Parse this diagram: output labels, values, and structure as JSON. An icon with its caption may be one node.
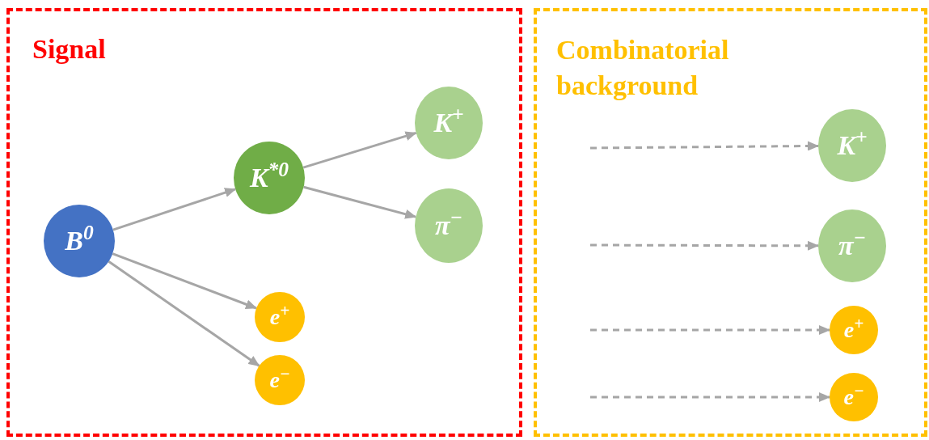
{
  "diagram": {
    "nodes": [
      {
        "text": [
          "Signal"
        ]
      },
      {
        "text": [
          "Combinatorial background"
        ]
      },
      {
        "text": [
          "B$^{0}$"
        ],
        "in": 0
      },
      {
        "text": [
          "K$^{*0}$"
        ],
        "in": 0
      },
      {
        "text": [
          "K$^{+}$"
        ],
        "in": 0
      },
      {
        "text": [
          "π$^{−}$"
        ],
        "in": 0
      },
      {
        "text": [
          "e$^{+}$"
        ],
        "in": 0
      },
      {
        "text": [
          "e$^{−}$"
        ],
        "in": 0
      },
      {
        "text": [
          "K$^{+}$"
        ],
        "in": 1
      },
      {
        "text": [
          "π$^{−}$"
        ],
        "in": 1
      },
      {
        "text": [
          "e$^{+}$"
        ],
        "in": 1
      },
      {
        "text": [
          "e$^{−}$"
        ],
        "in": 1
      }
    ],
    "edges": [
      {
        "from": 2,
        "to": 3,
        "arrow": "to"
      },
      {
        "from": 3,
        "to": 4,
        "arrow": "to"
      },
      {
        "from": 3,
        "to": 5,
        "arrow": "to"
      },
      {
        "from": 2,
        "to": 6,
        "arrow": "to"
      },
      {
        "from": 2,
        "to": 7,
        "arrow": "to"
      },
      {
        "from": null,
        "to": 8,
        "arrow": "to",
        "style": "dashed"
      },
      {
        "from": null,
        "to": 9,
        "arrow": "to",
        "style": "dashed"
      },
      {
        "from": null,
        "to": 10,
        "arrow": "to",
        "style": "dashed"
      },
      {
        "from": null,
        "to": 11,
        "arrow": "to",
        "style": "dashed"
      }
    ]
  }
}
